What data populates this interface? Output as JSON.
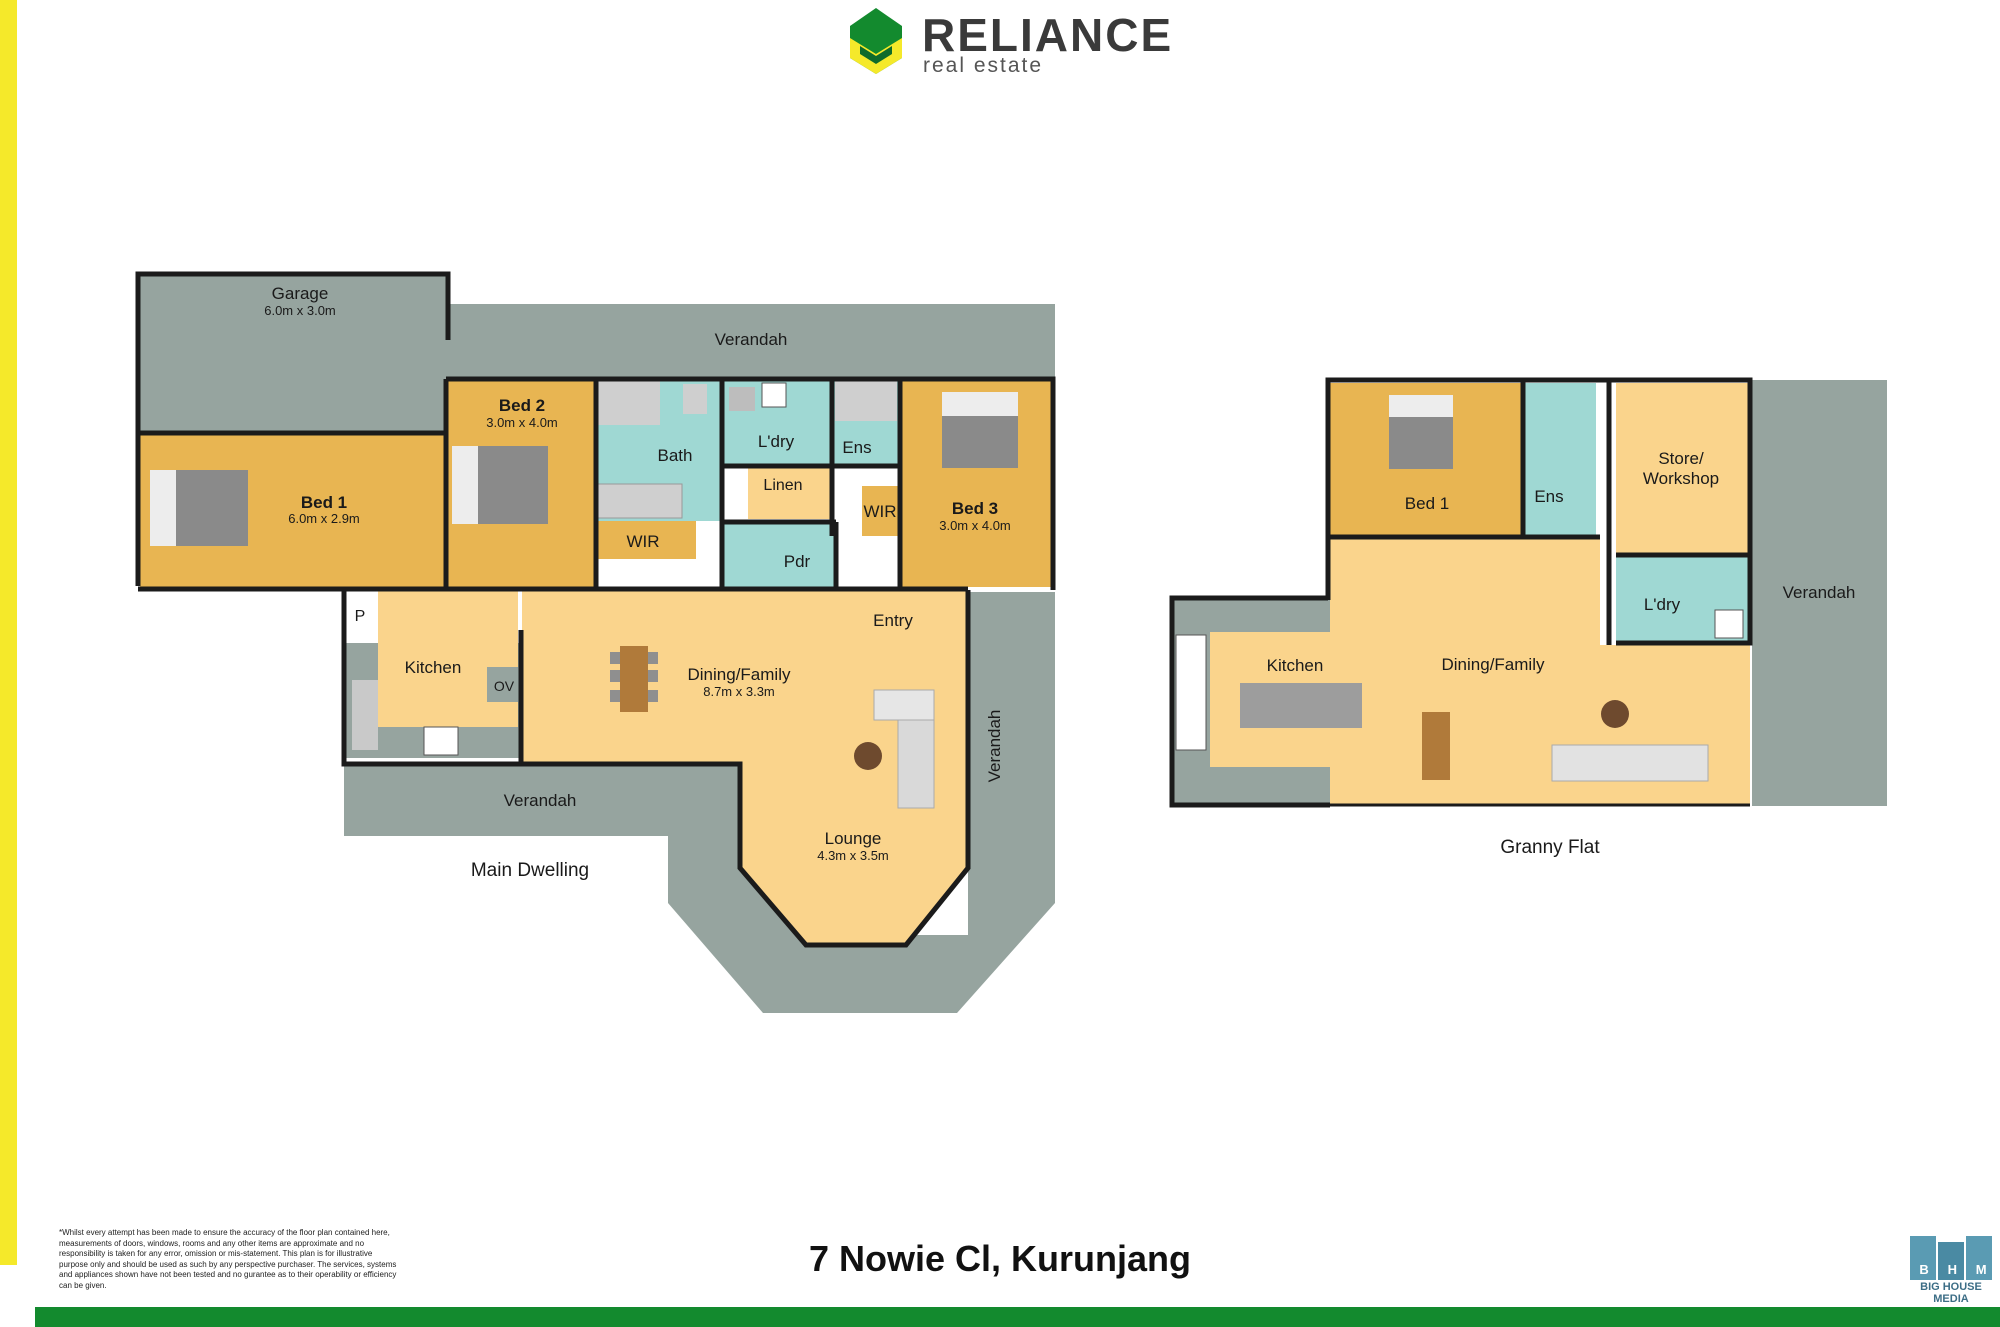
{
  "brand": {
    "name": "RELIANCE",
    "tagline": "real estate",
    "colors": {
      "green": "#138a2e",
      "yellow": "#f5e92a",
      "dark_green": "#0e6b2b"
    }
  },
  "address": "7 Nowie Cl, Kurunjang",
  "disclaimer": "*Whilst every attempt has been made to ensure the accuracy of the floor plan contained here, measurements of doors, windows, rooms and any other items are approximate and no responsibility is taken for any error, omission or mis-statement. This plan is for illustrative purpose only and should be used as such by any perspective purchaser. The services, systems and appliances shown have not been tested and no gurantee as to their operability or efficiency can be given.",
  "credit": {
    "letters": [
      "B",
      "H",
      "M"
    ],
    "name": "BIG HOUSE MEDIA"
  },
  "colors": {
    "bedroom": "#e8b552",
    "living": "#fad48c",
    "wet": "#9fd8d3",
    "outdoor": "#96a49f",
    "wall": "#1b1b1b",
    "hallway": "#ffffff"
  },
  "main_dwelling": {
    "label": "Main Dwelling",
    "rooms": {
      "garage": {
        "name": "Garage",
        "dims": "6.0m x 3.0m"
      },
      "verandah_top": {
        "name": "Verandah"
      },
      "bed1": {
        "name": "Bed 1",
        "dims": "6.0m x 2.9m"
      },
      "bed2": {
        "name": "Bed 2",
        "dims": "3.0m x 4.0m"
      },
      "bath": {
        "name": "Bath"
      },
      "laundry": {
        "name": "L'dry"
      },
      "ensuite": {
        "name": "Ens"
      },
      "linen": {
        "name": "Linen"
      },
      "wir_bed2": {
        "name": "WIR"
      },
      "wir_bed3": {
        "name": "WIR"
      },
      "powder": {
        "name": "Pdr"
      },
      "bed3": {
        "name": "Bed 3",
        "dims": "3.0m x 4.0m"
      },
      "pantry": {
        "name": "P"
      },
      "kitchen": {
        "name": "Kitchen"
      },
      "oven": {
        "name": "OV"
      },
      "dining_family": {
        "name": "Dining/Family",
        "dims": "8.7m x 3.3m"
      },
      "entry": {
        "name": "Entry"
      },
      "verandah_side": {
        "name": "Verandah"
      },
      "verandah_bottom": {
        "name": "Verandah"
      },
      "lounge": {
        "name": "Lounge",
        "dims": "4.3m x 3.5m"
      }
    }
  },
  "granny_flat": {
    "label": "Granny Flat",
    "rooms": {
      "bed1": {
        "name": "Bed 1"
      },
      "ensuite": {
        "name": "Ens"
      },
      "store": {
        "name": "Store/",
        "name2": "Workshop"
      },
      "laundry": {
        "name": "L'dry"
      },
      "verandah": {
        "name": "Verandah"
      },
      "kitchen": {
        "name": "Kitchen"
      },
      "dining_family": {
        "name": "Dining/Family"
      }
    }
  }
}
